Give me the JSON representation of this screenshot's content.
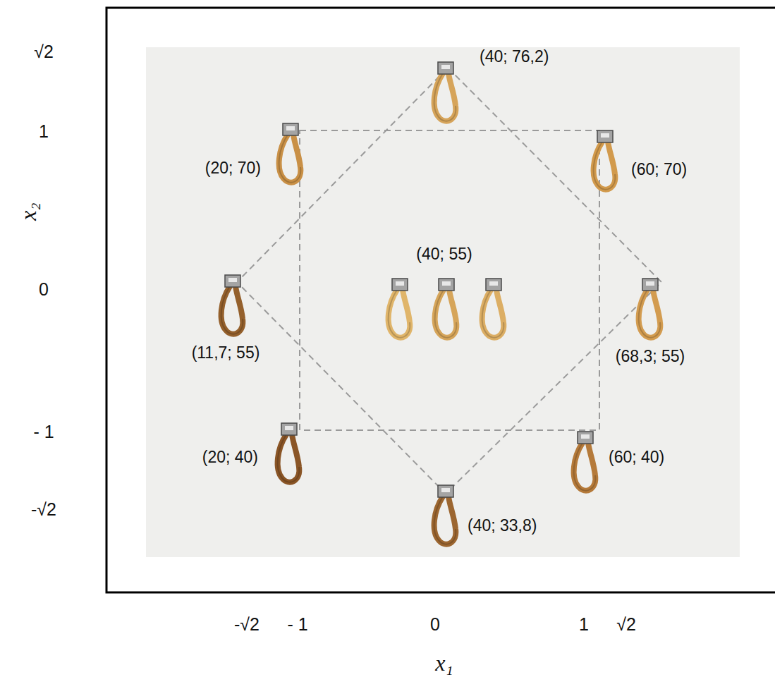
{
  "diagram": {
    "labels": [
      "√2",
      "1",
      "0",
      "- 1",
      "-√2",
      "x₂",
      "(40; 76,2)",
      "(20; 70)",
      "(60; 70)",
      "(40; 55)",
      "(11,7; 55)",
      "(68,3; 55)",
      "(20; 40)",
      "(60; 40)",
      "(40; 33,8)",
      "-√2",
      "- 1",
      "0",
      "1",
      "√2",
      "x₁"
    ]
  }
}
